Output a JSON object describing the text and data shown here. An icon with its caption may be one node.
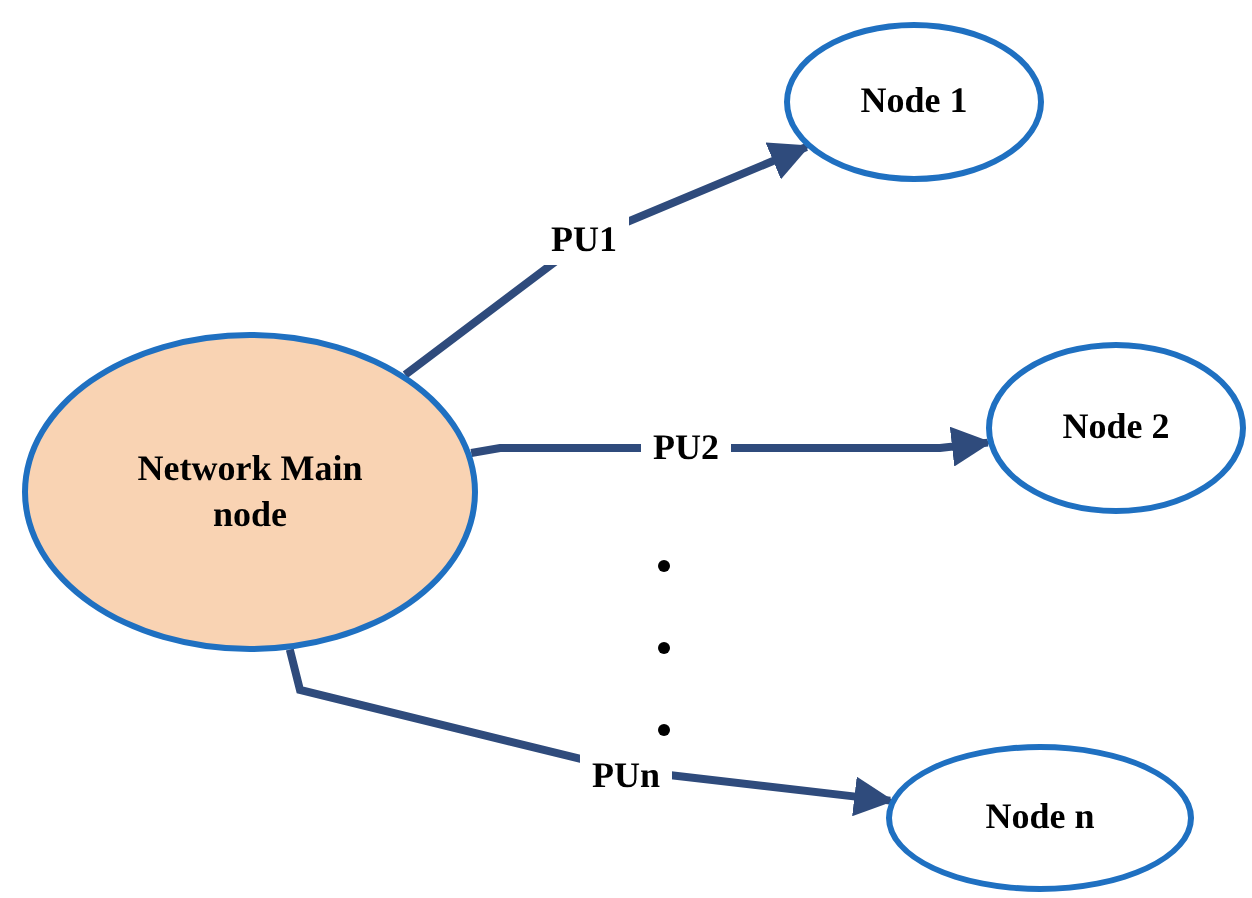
{
  "diagram": {
    "nodes": [
      {
        "text": [
          "Network Main node"
        ]
      },
      {
        "text": [
          "Node 1"
        ]
      },
      {
        "text": [
          "Node 2"
        ]
      },
      {
        "text": [
          "Node n"
        ]
      }
    ],
    "edges": [
      {
        "from": 0,
        "to": 1,
        "arrow": "to",
        "label": "PU1"
      },
      {
        "from": 0,
        "to": 2,
        "arrow": "to",
        "label": "PU2"
      },
      {
        "from": 0,
        "to": 3,
        "arrow": "to",
        "label": "PUn"
      }
    ]
  }
}
